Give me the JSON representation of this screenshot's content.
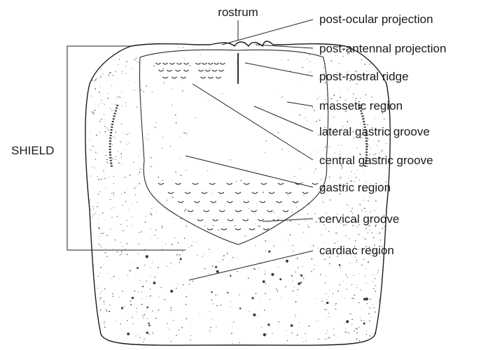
{
  "diagram": {
    "labels": {
      "rostrum": "rostrum",
      "shield": "SHIELD",
      "post_ocular_projection": "post-ocular projection",
      "post_antennal_projection": "post-antennal projection",
      "post_rostral_ridge": "post-rostral ridge",
      "massetic_region": "massetic region",
      "lateral_gastric_groove": "lateral gastric groove",
      "central_gastric_groove": "central gastric groove",
      "gastric_region": "gastric region",
      "cervical_groove": "cervical groove",
      "cardiac_region": "cardiac region"
    },
    "colors": {
      "ink": "#1a1a1a",
      "stipple": "#3a3a3a",
      "background": "#ffffff"
    }
  }
}
